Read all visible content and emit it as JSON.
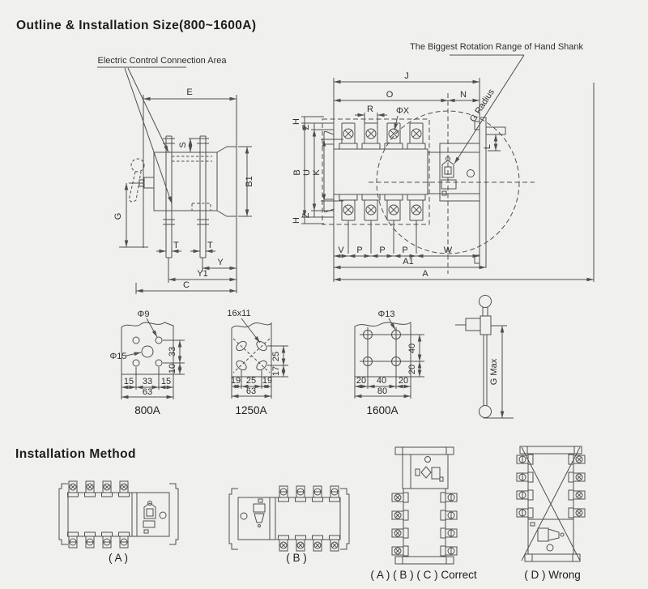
{
  "page": {
    "title": "Outline & Installation Size(800~1600A)"
  },
  "callouts": {
    "electric_control": "Electric Control Connection Area",
    "hand_shank": "The Biggest Rotation Range of Hand Shank",
    "g_radius": "G Radius"
  },
  "side_view": {
    "e": "E",
    "s": "S",
    "b1": "B1",
    "g": "G",
    "t1": "T",
    "t2": "T",
    "y": "Y",
    "y1": "Y1",
    "c": "C"
  },
  "top_view": {
    "j": "J",
    "o": "O",
    "n": "N",
    "r": "R",
    "phi_x": "ΦX",
    "l": "L",
    "h_top": "H",
    "z_top": "Z",
    "b": "B",
    "u": "U",
    "k": "K",
    "z_bottom": "Z",
    "h_bottom": "H",
    "v": "V",
    "p1": "P",
    "p2": "P",
    "p3": "P",
    "w": "W",
    "a1": "A1",
    "a": "A"
  },
  "hole_patterns": [
    {
      "caption": "800A",
      "hole_label": "Φ9",
      "center_hole_label": "Φ15",
      "right_top": "33",
      "right_bottom": "10",
      "b_left": "15",
      "b_mid": "33",
      "b_right": "15",
      "total": "63"
    },
    {
      "caption": "1250A",
      "slot_label": "16x11",
      "right_top": "25",
      "right_bottom": "17",
      "b_left": "19",
      "b_mid": "25",
      "b_right": "19",
      "total": "63"
    },
    {
      "caption": "1600A",
      "hole_label": "Φ13",
      "right_top": "40",
      "right_bottom": "20",
      "b_left": "20",
      "b_mid": "40",
      "b_right": "20",
      "total": "80"
    }
  ],
  "handle_figure": {
    "dim": "G Max"
  },
  "installation": {
    "title": "Installation Method",
    "caption_a": "( A )",
    "caption_b": "( B )",
    "footer_correct": "( A )  ( B )  ( C )  Correct",
    "footer_wrong": "( D ) Wrong"
  }
}
